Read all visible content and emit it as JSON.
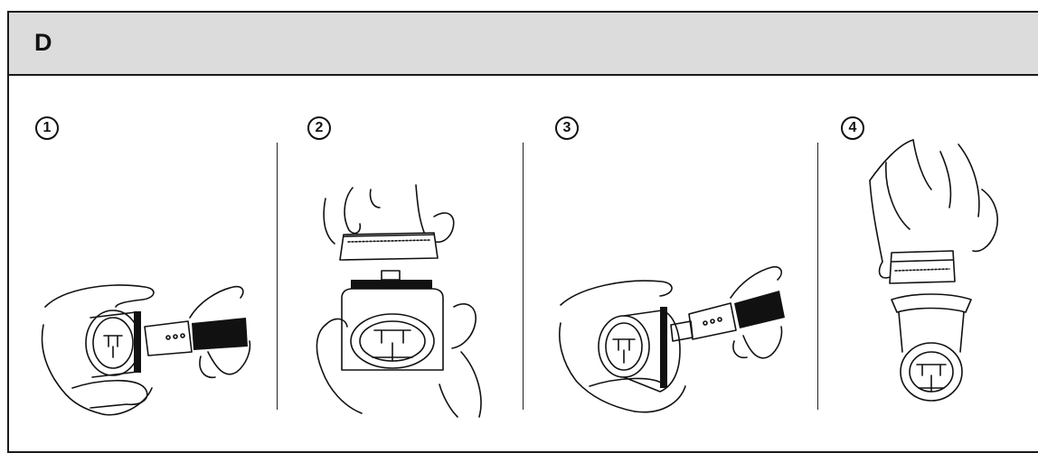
{
  "header": {
    "label": "D"
  },
  "steps": [
    {
      "number": "1"
    },
    {
      "number": "2"
    },
    {
      "number": "3"
    },
    {
      "number": "4"
    }
  ]
}
